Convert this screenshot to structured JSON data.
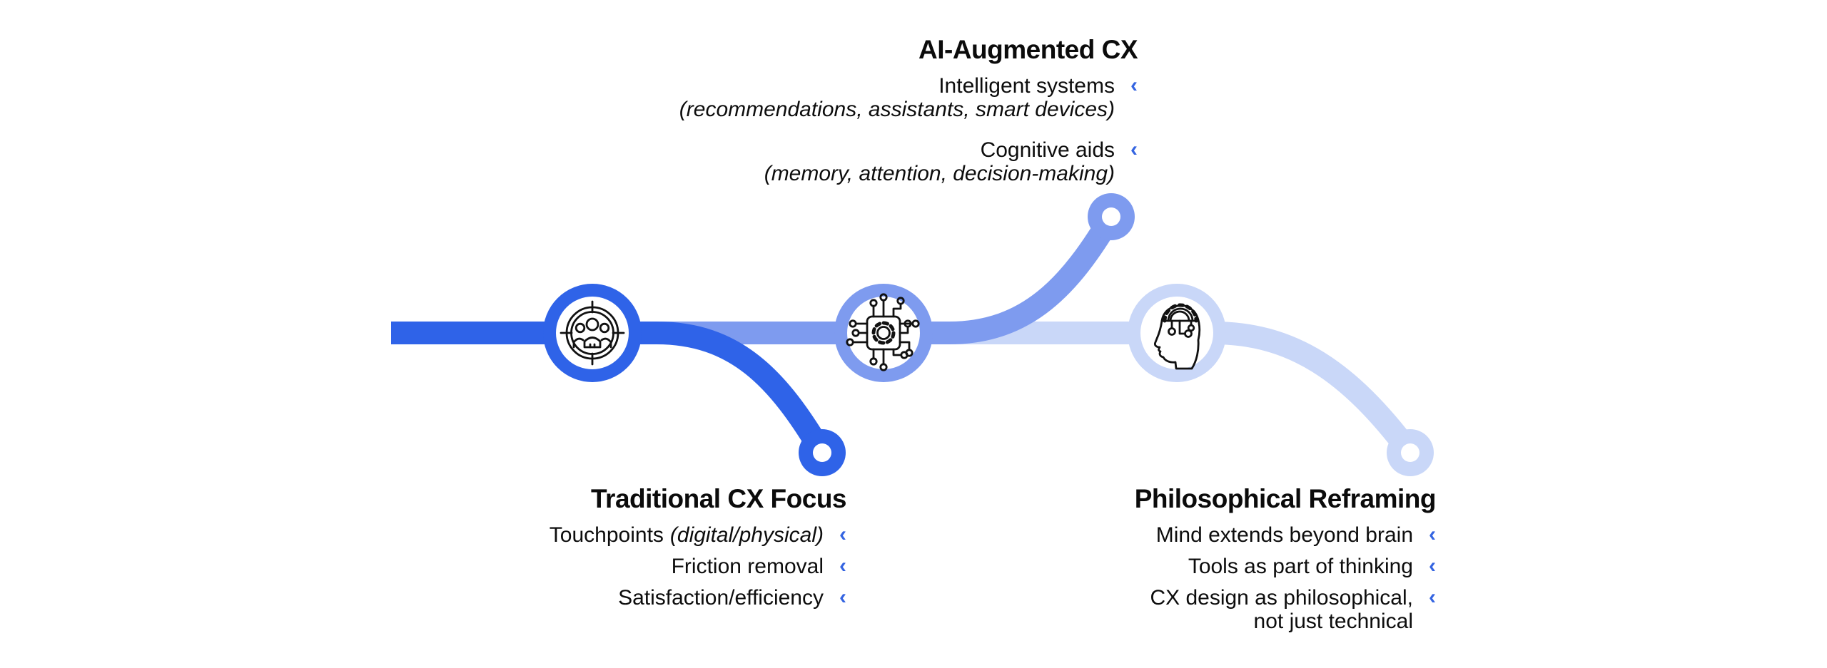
{
  "glyphs": {
    "chevron": "‹"
  },
  "colors": {
    "dark_blue": "#2F63E8",
    "medium_blue": "#7E9BEF",
    "light_blue": "#C9D7F8",
    "chevron_blue": "#3464E1",
    "icon_black": "#111111",
    "text": "#0D0D0D"
  },
  "nodes": [
    {
      "id": "traditional",
      "icon": "target-audience-icon",
      "ring_color": "#2F63E8"
    },
    {
      "id": "ai",
      "icon": "ai-chip-icon",
      "ring_color": "#7E9BEF"
    },
    {
      "id": "philosophical",
      "icon": "head-circuit-icon",
      "ring_color": "#C9D7F8"
    }
  ],
  "blocks": {
    "ai": {
      "title": "AI-Augmented CX",
      "items": [
        {
          "text": "Intelligent systems",
          "note": "(recommendations, assistants, smart devices)"
        },
        {
          "text": "Cognitive aids",
          "note": "(memory, attention, decision-making)"
        }
      ]
    },
    "traditional": {
      "title": "Traditional CX Focus",
      "items": [
        {
          "text": "Touchpoints",
          "note": "(digital/physical)"
        },
        {
          "text": "Friction removal"
        },
        {
          "text": "Satisfaction/efficiency"
        }
      ]
    },
    "philosophical": {
      "title": "Philosophical Reframing",
      "items": [
        {
          "text": "Mind extends beyond brain"
        },
        {
          "text": "Tools as part of thinking"
        },
        {
          "text": "CX design as philosophical,",
          "text2": "not just technical"
        }
      ]
    }
  }
}
